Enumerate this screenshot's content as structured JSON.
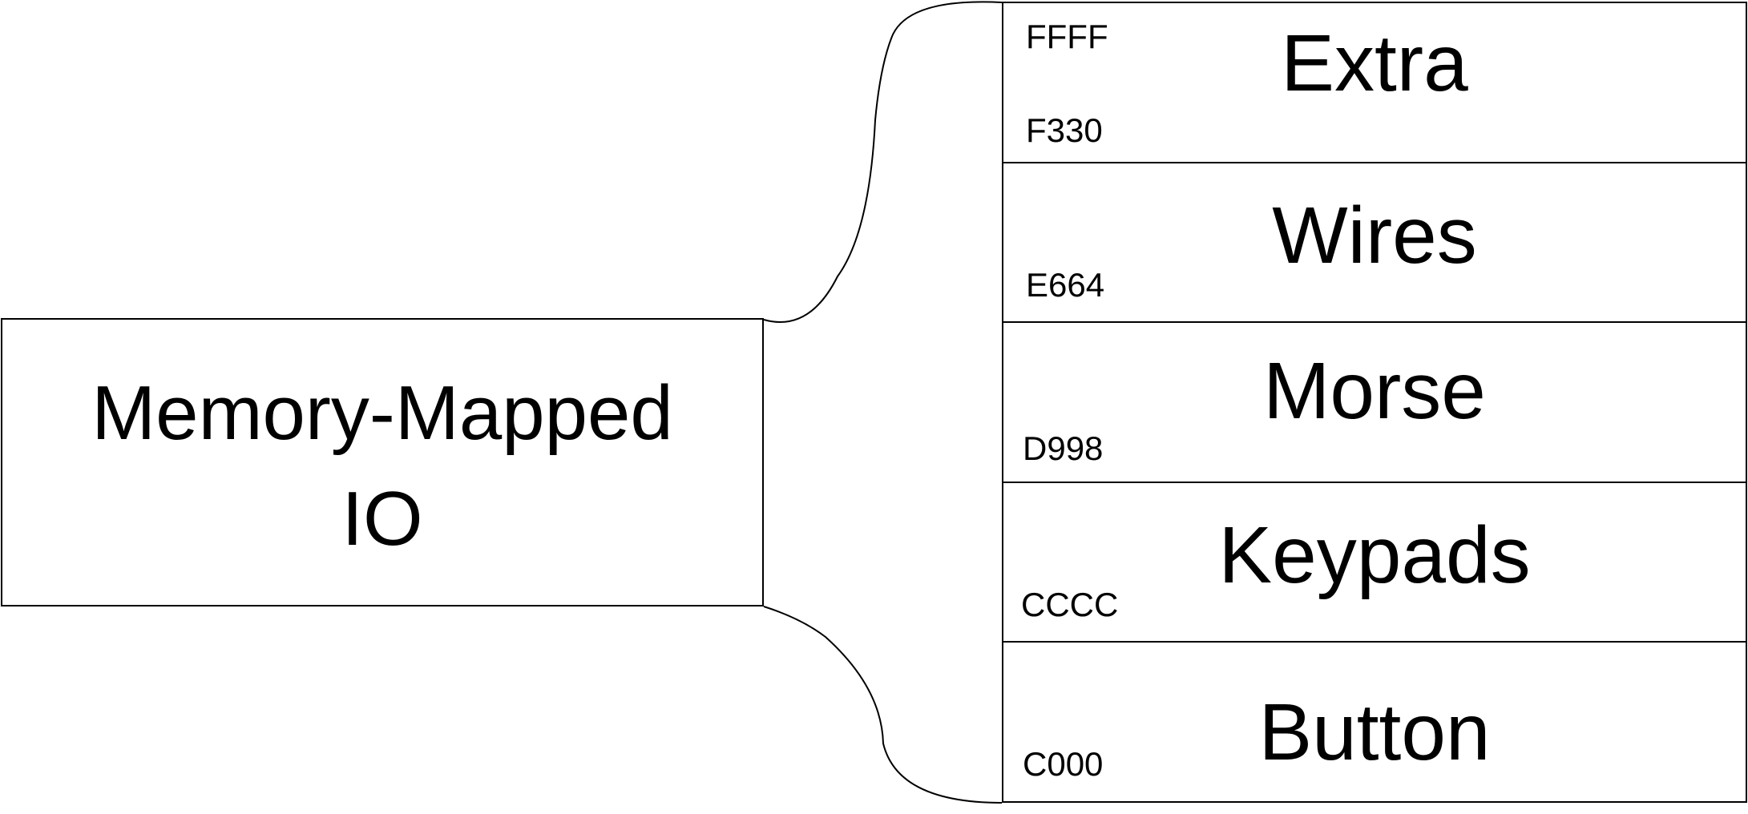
{
  "main": {
    "title": "Memory-Mapped\nIO"
  },
  "regions": [
    {
      "name": "Extra",
      "top_address": "FFFF",
      "address": "F330"
    },
    {
      "name": "Wires",
      "address": "E664"
    },
    {
      "name": "Morse",
      "address": "D998"
    },
    {
      "name": "Keypads",
      "address": "CCCC"
    },
    {
      "name": "Button",
      "address": "C000"
    }
  ]
}
